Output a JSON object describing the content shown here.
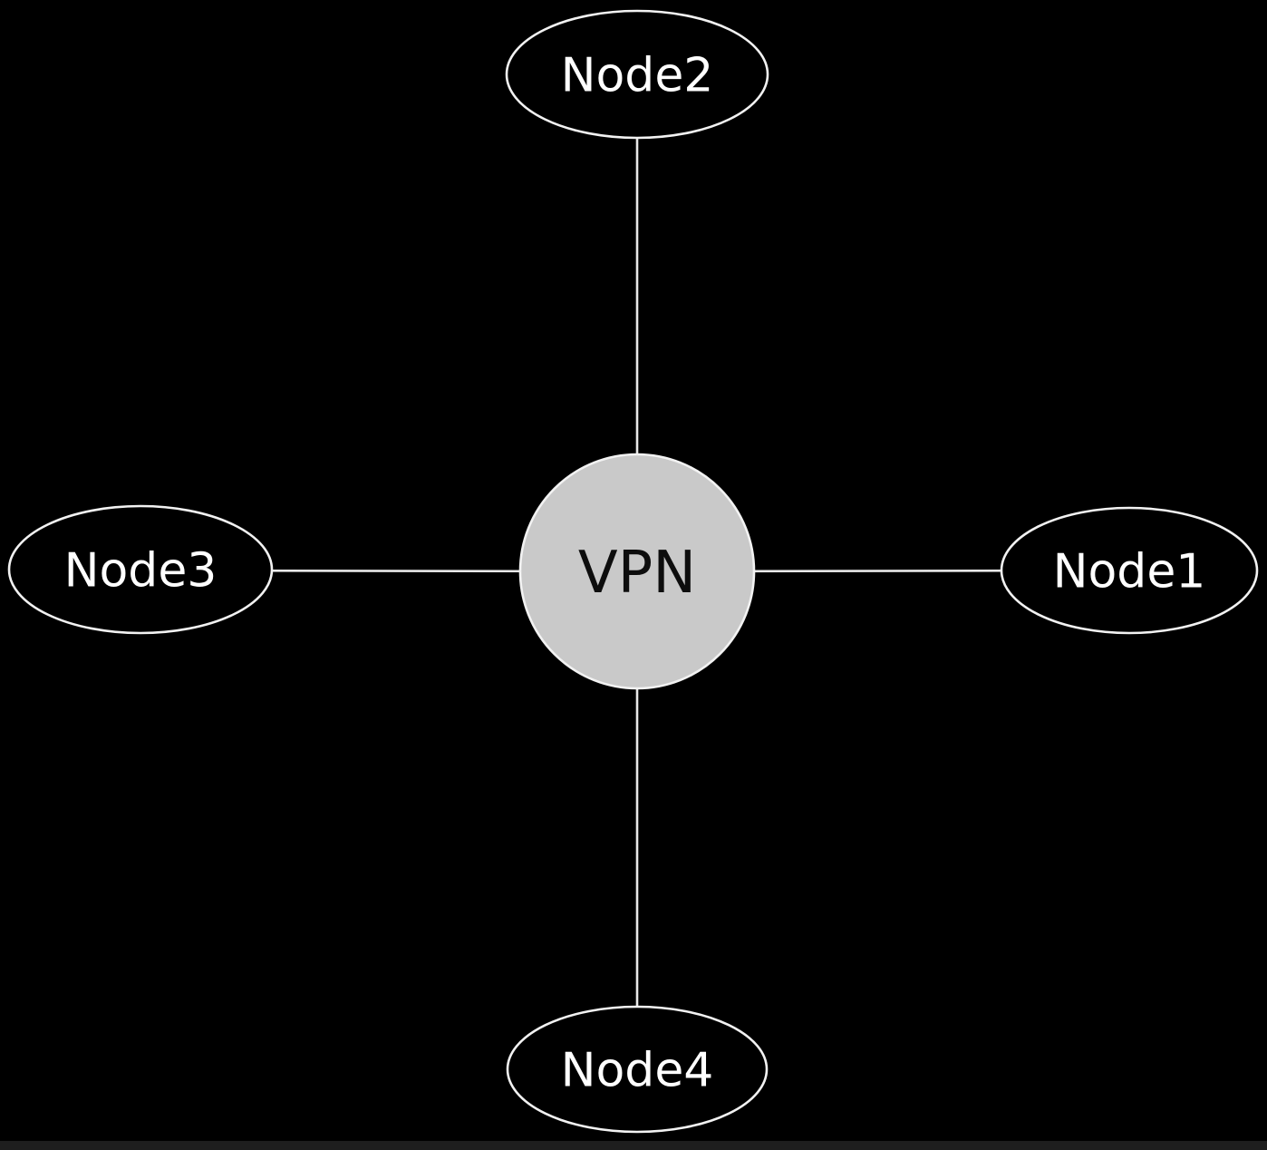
{
  "diagram": {
    "type": "graph",
    "layout": "hub-and-spoke",
    "center": {
      "id": "VPN",
      "label": "VPN",
      "shape": "circle",
      "fill": "lightgray"
    },
    "nodes": [
      {
        "id": "Node1",
        "label": "Node1",
        "position": "right",
        "shape": "ellipse"
      },
      {
        "id": "Node2",
        "label": "Node2",
        "position": "top",
        "shape": "ellipse"
      },
      {
        "id": "Node3",
        "label": "Node3",
        "position": "left",
        "shape": "ellipse"
      },
      {
        "id": "Node4",
        "label": "Node4",
        "position": "bottom",
        "shape": "ellipse"
      }
    ],
    "edges": [
      {
        "from": "VPN",
        "to": "Node1"
      },
      {
        "from": "VPN",
        "to": "Node2"
      },
      {
        "from": "VPN",
        "to": "Node3"
      },
      {
        "from": "VPN",
        "to": "Node4"
      }
    ]
  },
  "colors": {
    "background": "#000000",
    "node_fill": "#000000",
    "node_stroke": "#f2f2f2",
    "node_label": "#ffffff",
    "edge": "#e8e8e8",
    "center_fill": "#c9c9c9",
    "center_label": "#0d0d0d",
    "bottom_strip": "#1e1e1e"
  }
}
